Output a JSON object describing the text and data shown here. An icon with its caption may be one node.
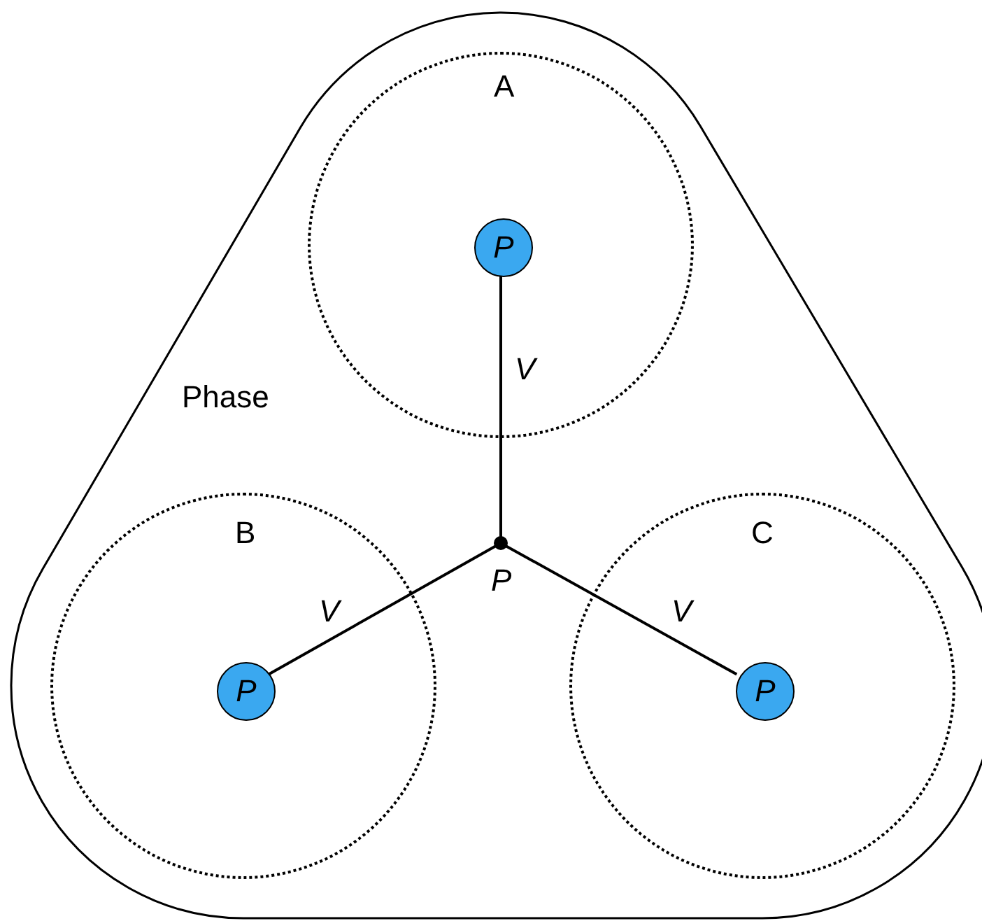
{
  "diagram": {
    "nodes": [
      {
        "text": [
          "Phase"
        ]
      },
      {
        "text": [
          "A"
        ],
        "in": 0
      },
      {
        "text": [
          "P"
        ],
        "in": 1
      },
      {
        "text": [
          "P"
        ],
        "in": 0
      },
      {
        "text": [
          "B"
        ],
        "in": 0
      },
      {
        "text": [
          "P"
        ],
        "in": 4
      },
      {
        "text": [
          "C"
        ],
        "in": 0
      },
      {
        "text": [
          "P"
        ],
        "in": 6
      }
    ],
    "edges": [
      {
        "from": 2,
        "to": 3,
        "arrow": "none",
        "label": "V"
      },
      {
        "from": 3,
        "to": 5,
        "arrow": "none",
        "label": "V"
      },
      {
        "from": 3,
        "to": 7,
        "arrow": "none",
        "label": "V"
      }
    ]
  }
}
